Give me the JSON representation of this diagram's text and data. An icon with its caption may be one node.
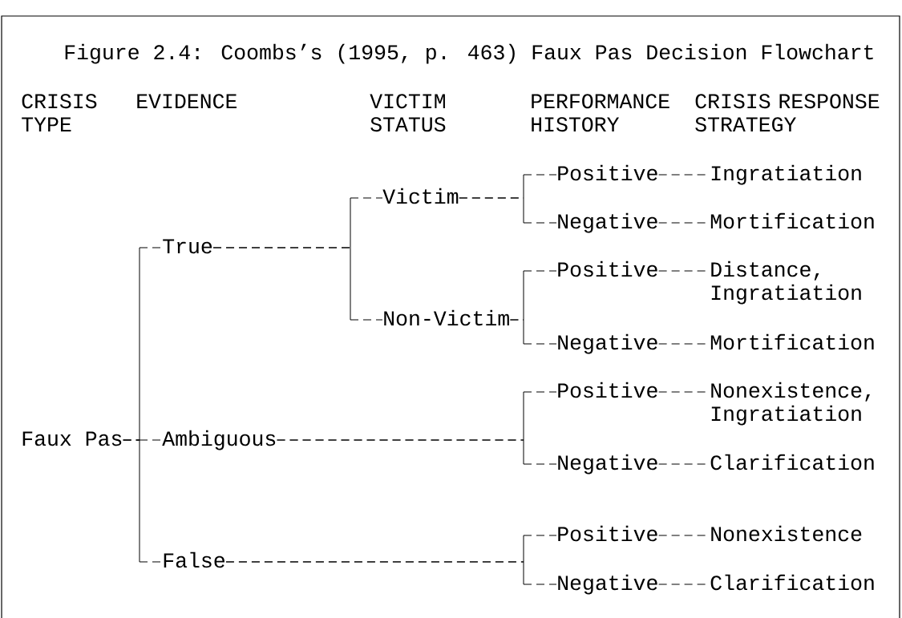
{
  "diagram": {
    "title": "Figure 2.4: Coombs’s (1995, p. 463) Faux Pas Decision Flowchart",
    "nodes": [
      {
        "text": [
          "Faux Pas"
        ]
      },
      {
        "text": [
          "True"
        ]
      },
      {
        "text": [
          "Victim"
        ]
      },
      {
        "text": [
          "Positive"
        ]
      },
      {
        "text": [
          "Ingratiation"
        ]
      },
      {
        "text": [
          "Negative"
        ]
      },
      {
        "text": [
          "Mortification"
        ]
      },
      {
        "text": [
          "Non-Victim"
        ]
      },
      {
        "text": [
          "Positive"
        ]
      },
      {
        "text": [
          "Distance, Ingratiation"
        ]
      },
      {
        "text": [
          "Negative"
        ]
      },
      {
        "text": [
          "Mortification"
        ]
      },
      {
        "text": [
          "Ambiguous"
        ]
      },
      {
        "text": [
          "Positive"
        ]
      },
      {
        "text": [
          "Nonexistence, Ingratiation"
        ]
      },
      {
        "text": [
          "Negative"
        ]
      },
      {
        "text": [
          "Clarification"
        ]
      },
      {
        "text": [
          "False"
        ]
      },
      {
        "text": [
          "Positive"
        ]
      },
      {
        "text": [
          "Nonexistence"
        ]
      },
      {
        "text": [
          "Negative"
        ]
      },
      {
        "text": [
          "Clarification"
        ]
      }
    ],
    "edges": [
      {
        "from": 0,
        "to": 1,
        "arrow": "none"
      },
      {
        "from": 0,
        "to": 12,
        "arrow": "none"
      },
      {
        "from": 0,
        "to": 17,
        "arrow": "none"
      },
      {
        "from": 1,
        "to": 2,
        "arrow": "none"
      },
      {
        "from": 1,
        "to": 7,
        "arrow": "none"
      },
      {
        "from": 2,
        "to": 3,
        "arrow": "none"
      },
      {
        "from": 2,
        "to": 5,
        "arrow": "none"
      },
      {
        "from": 7,
        "to": 8,
        "arrow": "none"
      },
      {
        "from": 7,
        "to": 10,
        "arrow": "none"
      },
      {
        "from": 12,
        "to": 13,
        "arrow": "none"
      },
      {
        "from": 12,
        "to": 15,
        "arrow": "none"
      },
      {
        "from": 17,
        "to": 18,
        "arrow": "none"
      },
      {
        "from": 17,
        "to": 20,
        "arrow": "none"
      },
      {
        "from": 3,
        "to": 4,
        "arrow": "none"
      },
      {
        "from": 5,
        "to": 6,
        "arrow": "none"
      },
      {
        "from": 8,
        "to": 9,
        "arrow": "none"
      },
      {
        "from": 10,
        "to": 11,
        "arrow": "none"
      },
      {
        "from": 13,
        "to": 14,
        "arrow": "none"
      },
      {
        "from": 15,
        "to": 16,
        "arrow": "none"
      },
      {
        "from": 18,
        "to": 19,
        "arrow": "none"
      },
      {
        "from": 20,
        "to": 21,
        "arrow": "none"
      }
    ],
    "labels": [
      "CRISIS TYPE",
      "EVIDENCE",
      "VICTIM STATUS",
      "PERFORMANCE HISTORY",
      "CRISIS RESPONSE STRATEGY"
    ]
  }
}
